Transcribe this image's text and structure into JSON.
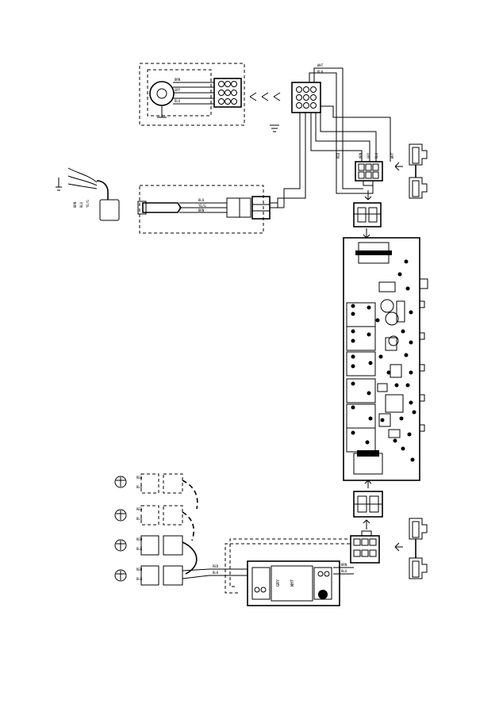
{
  "labels": {
    "wire_a": "BRN",
    "wire_b": "GRY",
    "wire_c": "BLU",
    "wire_d": "YE/G",
    "wire_e": "WHT",
    "wire_f": "RED",
    "wire_g": "BLK"
  }
}
